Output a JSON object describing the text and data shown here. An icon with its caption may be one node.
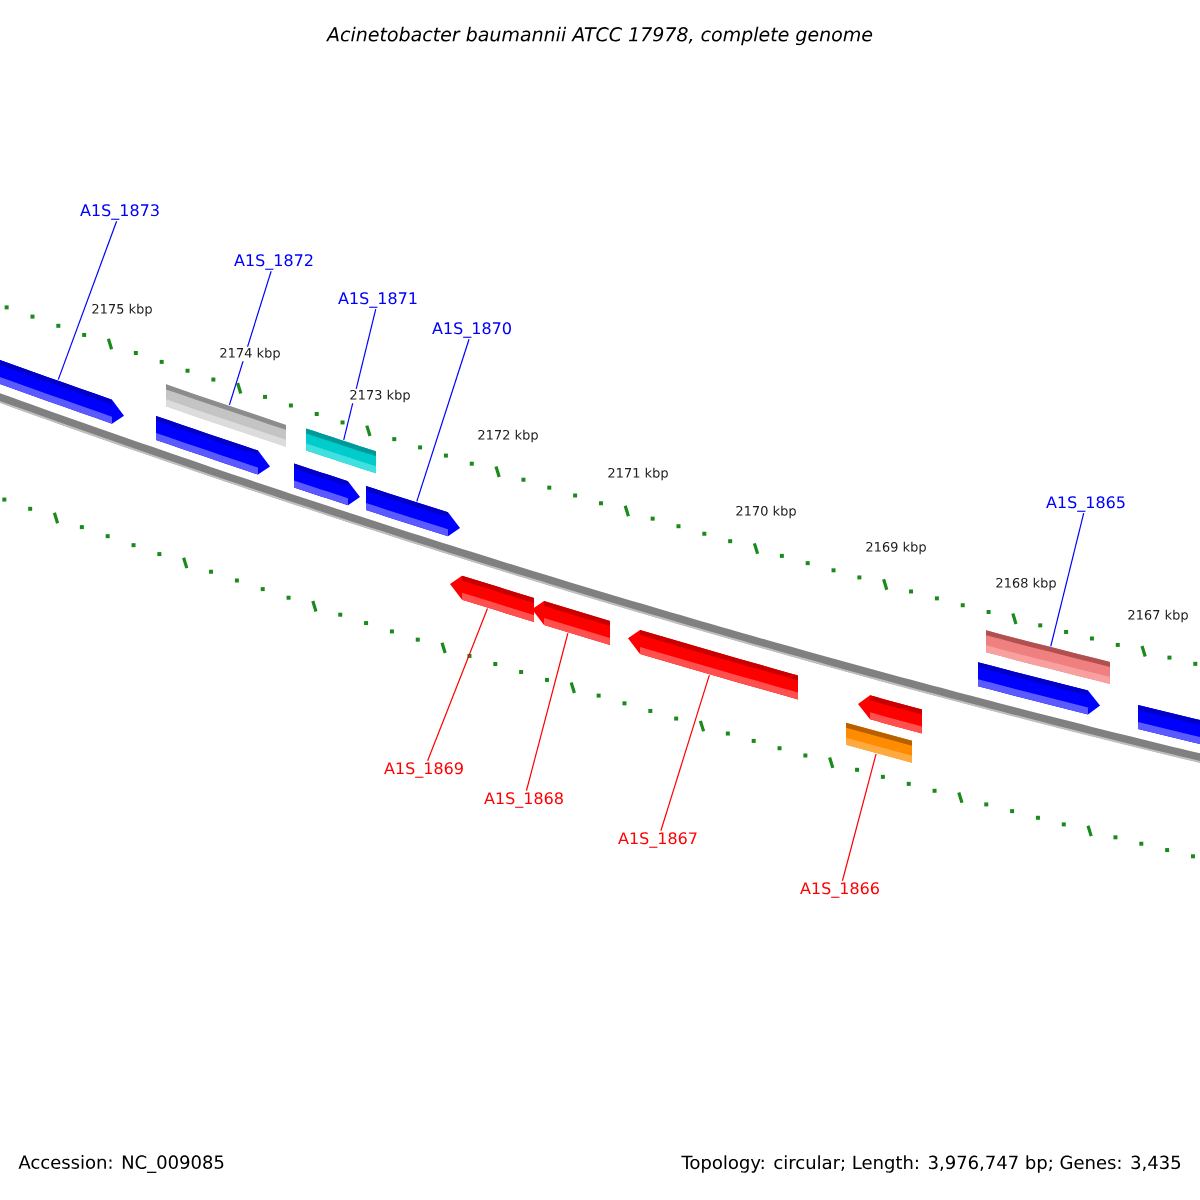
{
  "diagram": {
    "title": "Acinetobacter baumannii ATCC 17978, complete genome",
    "nodes": [
      {
        "text": [
          "A1S_1873"
        ]
      },
      {
        "text": [
          "A1S_1872"
        ]
      },
      {
        "text": [
          "A1S_1871"
        ]
      },
      {
        "text": [
          "A1S_1870"
        ]
      },
      {
        "text": [
          "A1S_1865"
        ]
      },
      {
        "text": [
          "A1S_1869"
        ]
      },
      {
        "text": [
          "A1S_1868"
        ]
      },
      {
        "text": [
          "A1S_1867"
        ]
      },
      {
        "text": [
          "A1S_1866"
        ]
      },
      {
        "text": [],
        "shape": "arrow"
      },
      {
        "text": [],
        "shape": "arrow"
      },
      {
        "text": [],
        "shape": "box"
      },
      {
        "text": [],
        "shape": "arrow"
      },
      {
        "text": [],
        "shape": "box"
      },
      {
        "text": [],
        "shape": "arrow"
      },
      {
        "text": [],
        "shape": "arrow"
      },
      {
        "text": [],
        "shape": "arrow"
      },
      {
        "text": [],
        "shape": "arrow"
      },
      {
        "text": [],
        "shape": "box"
      },
      {
        "text": [],
        "shape": "arrow"
      },
      {
        "text": [],
        "shape": "arrow"
      },
      {
        "text": [],
        "shape": "box"
      },
      {
        "text": [],
        "shape": "arrow"
      }
    ],
    "edges": [
      {
        "from": 0,
        "to": 9,
        "arrow": "none"
      },
      {
        "from": 1,
        "to": 11,
        "arrow": "none"
      },
      {
        "from": 2,
        "to": 13,
        "arrow": "none"
      },
      {
        "from": 3,
        "to": 14,
        "arrow": "none"
      },
      {
        "from": 4,
        "to": 21,
        "arrow": "none"
      },
      {
        "from": 5,
        "to": 15,
        "arrow": "none",
        "color": "#ff0000"
      },
      {
        "from": 6,
        "to": 16,
        "arrow": "none",
        "color": "#ff0000"
      },
      {
        "from": 7,
        "to": 17,
        "arrow": "none",
        "color": "#ff0000"
      },
      {
        "from": 8,
        "to": 18,
        "arrow": "none",
        "color": "#ff0000"
      }
    ],
    "labels": [
      "2175 kbp",
      "2174 kbp",
      "2173 kbp",
      "2172 kbp",
      "2171 kbp",
      "2170 kbp",
      "2169 kbp",
      "2168 kbp",
      "2167 kbp",
      "Accession: NC_009085",
      "Topology: circular; Length: 3,976,747 bp; Genes: 3,435"
    ]
  }
}
